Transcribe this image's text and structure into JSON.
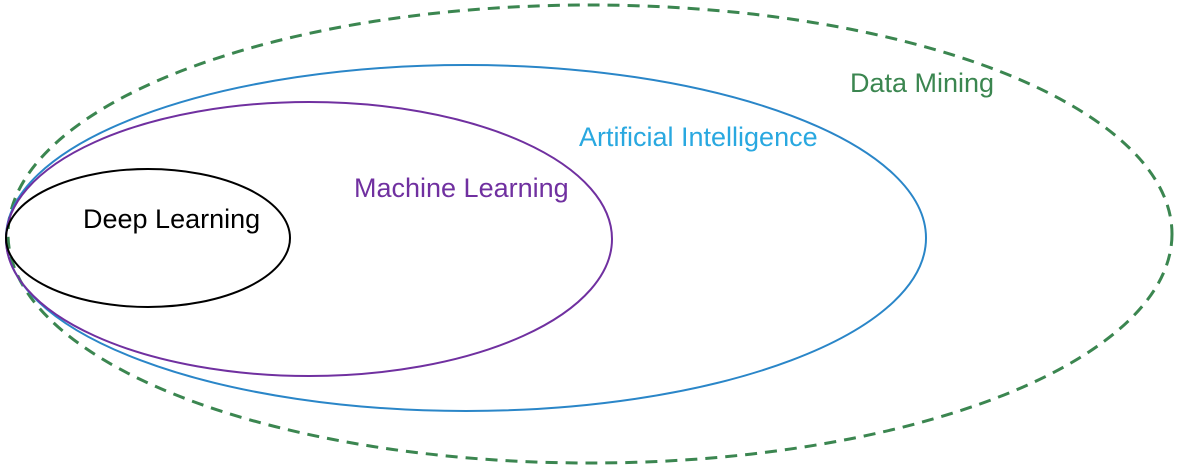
{
  "diagram": {
    "sets": [
      {
        "id": "data-mining",
        "label": "Data Mining",
        "color": "#3b8650",
        "line_style": "dashed"
      },
      {
        "id": "artificial-intelligence",
        "label": "Artificial Intelligence",
        "color": "#29a8e0",
        "line_style": "solid"
      },
      {
        "id": "machine-learning",
        "label": "Machine Learning",
        "color": "#7030a0",
        "line_style": "solid"
      },
      {
        "id": "deep-learning",
        "label": "Deep Learning",
        "color": "#000000",
        "line_style": "solid"
      }
    ],
    "ellipse_stroke_ai": "#2a86c8"
  }
}
